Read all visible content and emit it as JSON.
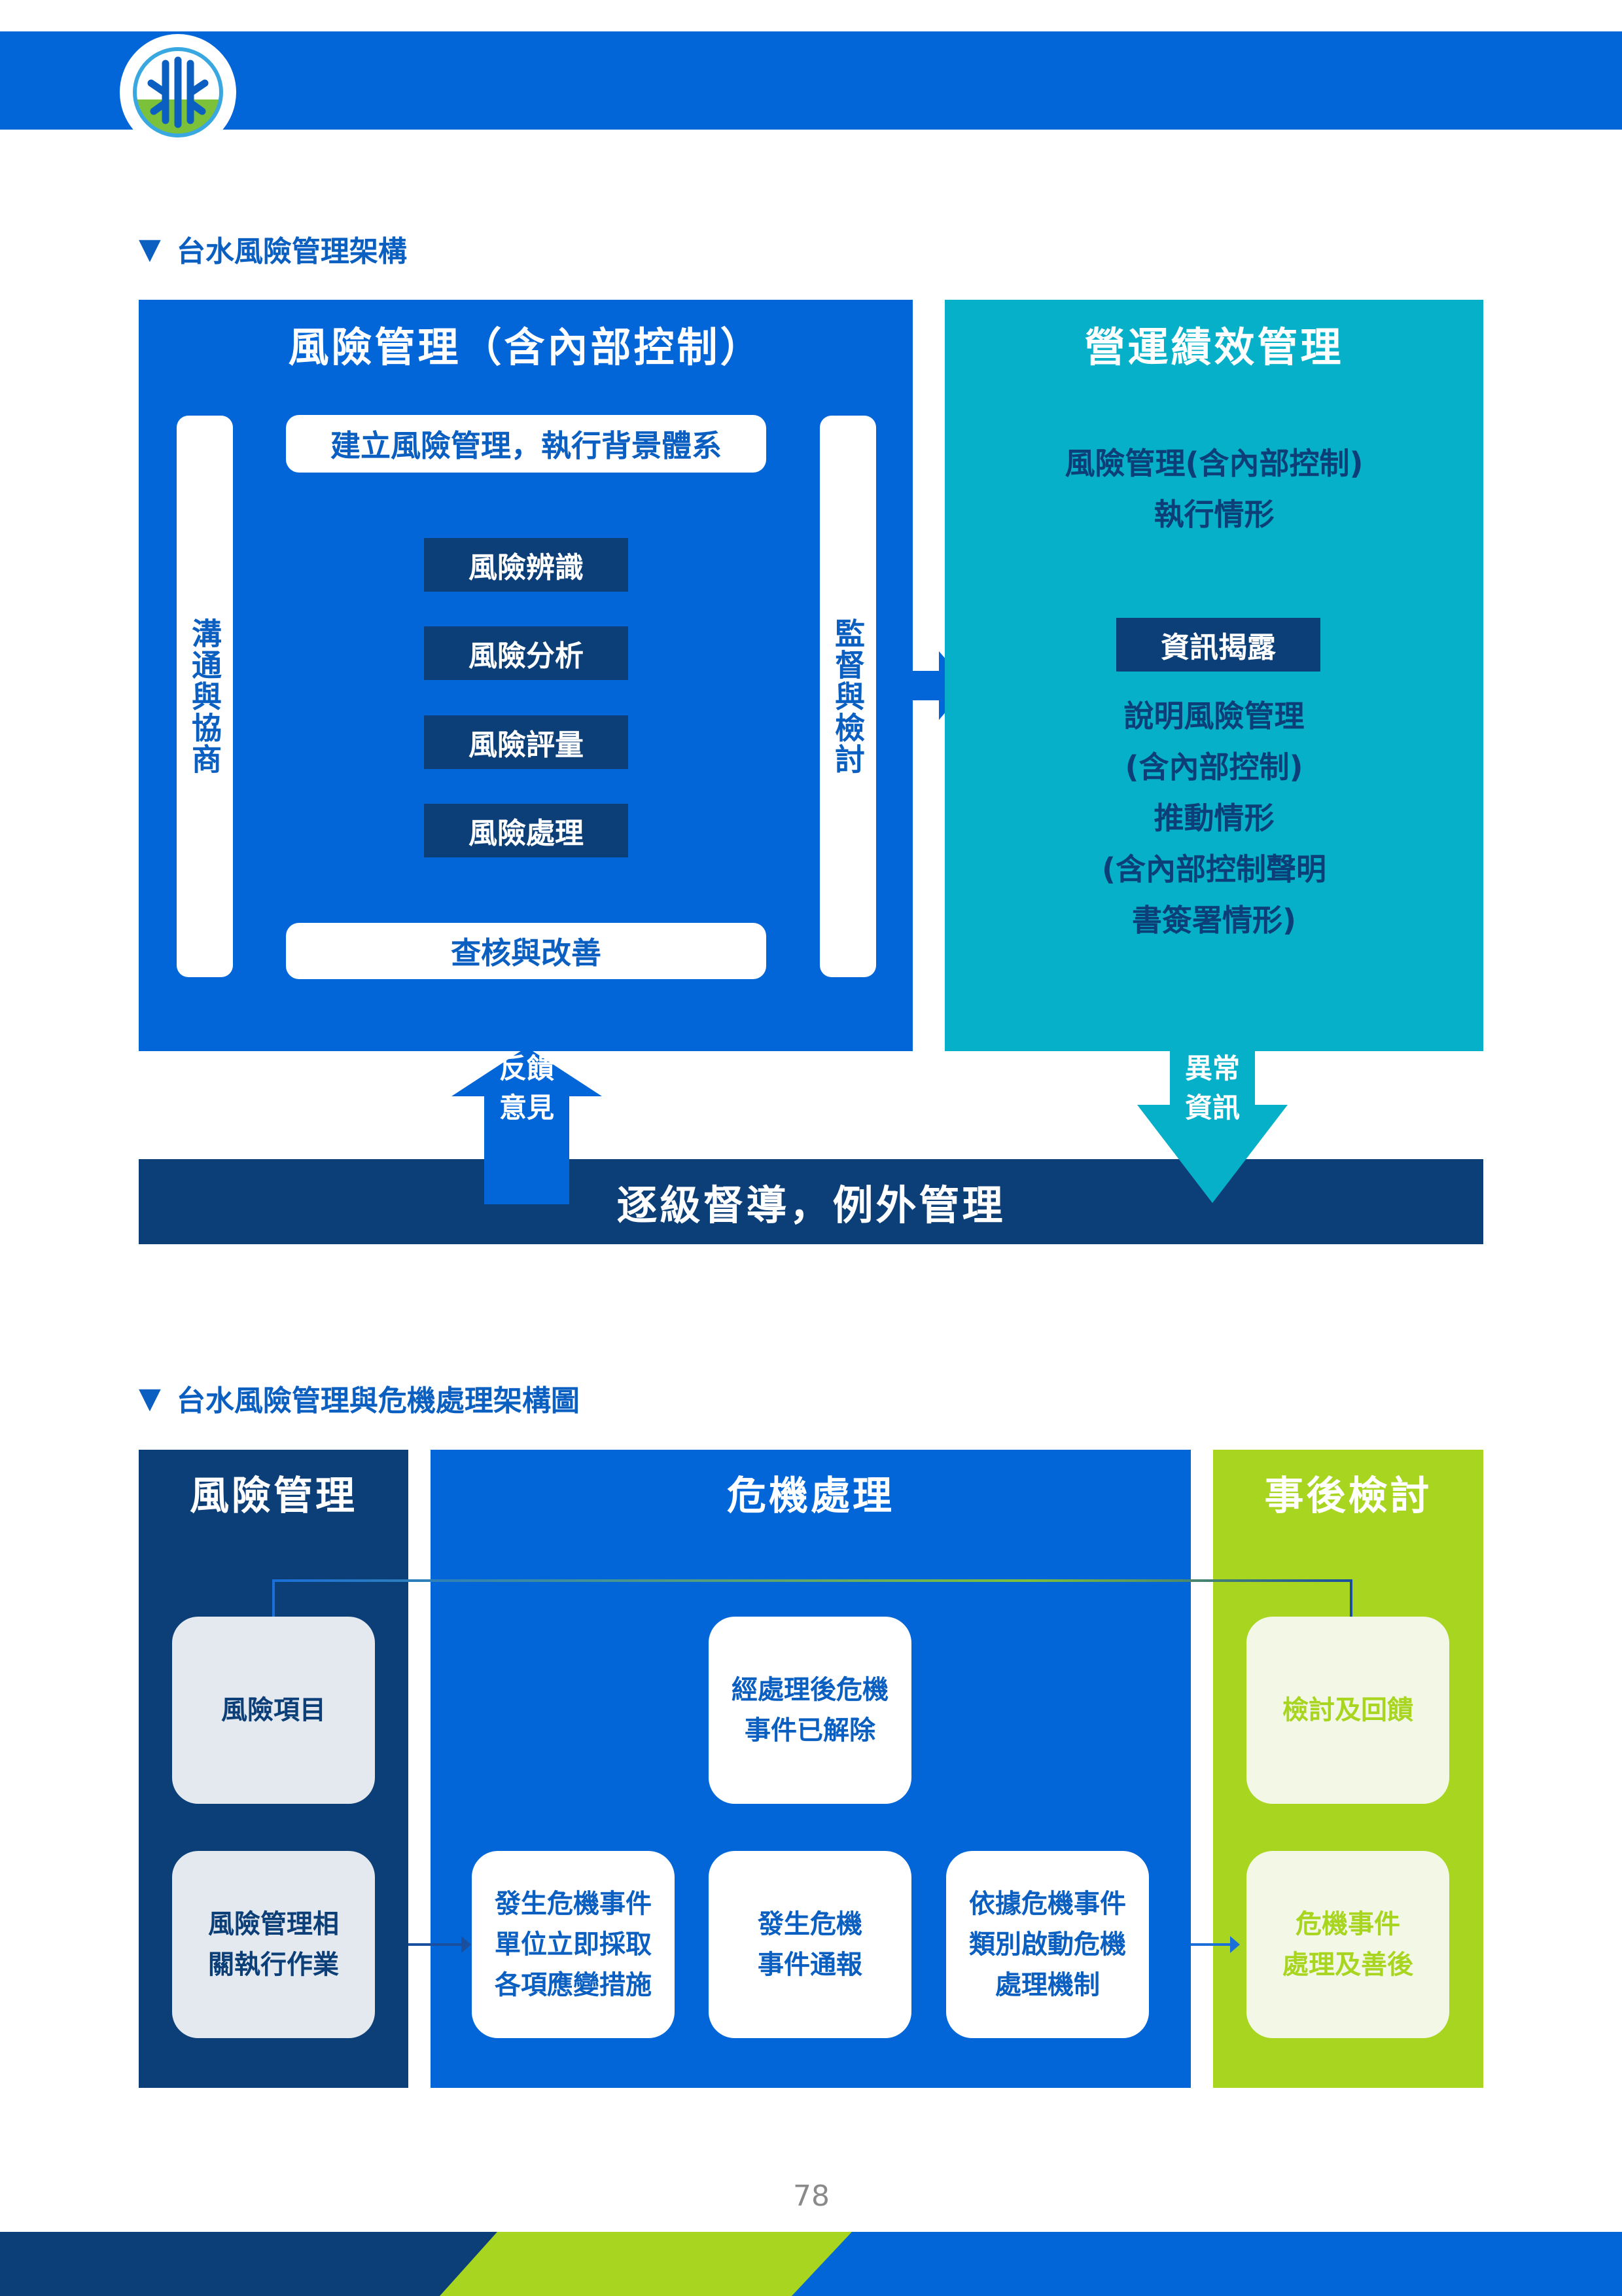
{
  "header": {
    "logo_icon": "water-drop-logo-icon"
  },
  "framework1": {
    "heading": "台水風險管理架構",
    "left_title": "風險管理（含內部控制）",
    "right_title": "營運績效管理",
    "left_pill": "溝通與協商",
    "right_pill": "監督與檢討",
    "top_pill": "建立風險管理，執行背景體系",
    "bottom_pill": "查核與改善",
    "steps": [
      "風險辨識",
      "風險分析",
      "風險評量",
      "風險處理"
    ],
    "teal_line1": "風險管理(含內部控制)",
    "teal_line2": "執行情形",
    "disclosure_label": "資訊揭露",
    "teal_lines": [
      "說明風險管理",
      "(含內部控制)",
      "推動情形",
      "(含內部控制聲明",
      "書簽署情形)"
    ],
    "feedback_line1": "反饋",
    "feedback_line2": "意見",
    "abnormal_line1": "異常",
    "abnormal_line2": "資訊",
    "bottom_bar": "逐級督導，例外管理"
  },
  "framework2": {
    "heading": "台水風險管理與危機處理架構圖",
    "col1_title": "風險管理",
    "col2_title": "危機處理",
    "col3_title": "事後檢討",
    "risk_items": "風險項目",
    "risk_ops": [
      "風險管理相",
      "關執行作業"
    ],
    "resolved": [
      "經處理後危機",
      "事件已解除"
    ],
    "measures": [
      "發生危機事件",
      "單位立即採取",
      "各項應變措施"
    ],
    "notify": [
      "發生危機",
      "事件通報"
    ],
    "mechanism": [
      "依據危機事件",
      "類別啟動危機",
      "處理機制"
    ],
    "review": "檢討及回饋",
    "aftermath": [
      "危機事件",
      "處理及善後"
    ]
  },
  "footer": {
    "page_number": "78"
  },
  "colors": {
    "blue": "#0266d9",
    "navy": "#0c3e77",
    "teal": "#05b0c8",
    "green": "#a8d520"
  }
}
